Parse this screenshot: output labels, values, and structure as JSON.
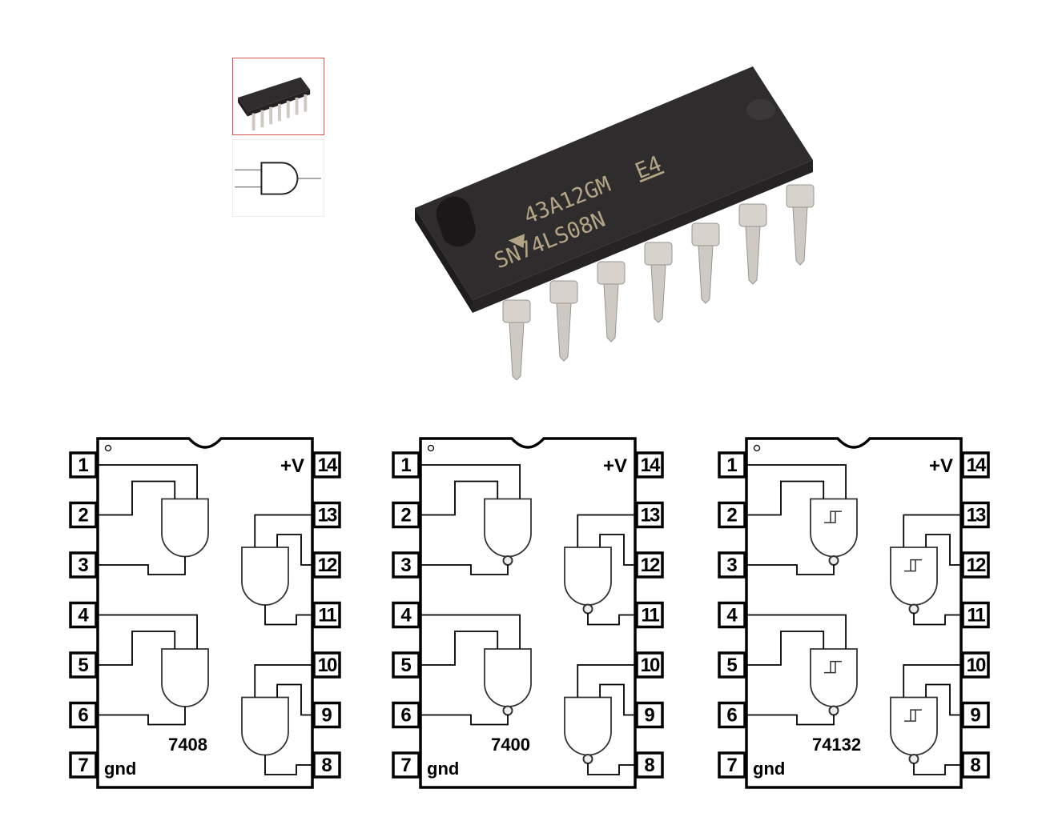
{
  "gallery": {
    "thumbnails": [
      {
        "name": "chip-photo-thumbnail",
        "selected": true,
        "icon": "ic-chip-icon"
      },
      {
        "name": "and-gate-symbol-thumbnail",
        "selected": false,
        "icon": "and-gate-icon"
      }
    ],
    "selected_border_color": "#d9534f"
  },
  "hero": {
    "marking_line1": "43A12GM",
    "marking_line1_suffix": "E4",
    "marking_line2": "SN74LS08N",
    "body_color": "#2e2c2d",
    "pin_color": "#cfc9c3",
    "marking_color": "#b3a585"
  },
  "diagrams": [
    {
      "part": "7408",
      "gate_type": "AND",
      "schmitt": false,
      "vcc_label": "+V",
      "gnd_label": "gnd",
      "pins_left": [
        "1",
        "2",
        "3",
        "4",
        "5",
        "6",
        "7"
      ],
      "pins_right": [
        "14",
        "13",
        "12",
        "11",
        "10",
        "9",
        "8"
      ]
    },
    {
      "part": "7400",
      "gate_type": "NAND",
      "schmitt": false,
      "vcc_label": "+V",
      "gnd_label": "gnd",
      "pins_left": [
        "1",
        "2",
        "3",
        "4",
        "5",
        "6",
        "7"
      ],
      "pins_right": [
        "14",
        "13",
        "12",
        "11",
        "10",
        "9",
        "8"
      ]
    },
    {
      "part": "74132",
      "gate_type": "NAND",
      "schmitt": true,
      "vcc_label": "+V",
      "gnd_label": "gnd",
      "pins_left": [
        "1",
        "2",
        "3",
        "4",
        "5",
        "6",
        "7"
      ],
      "pins_right": [
        "14",
        "13",
        "12",
        "11",
        "10",
        "9",
        "8"
      ]
    }
  ]
}
